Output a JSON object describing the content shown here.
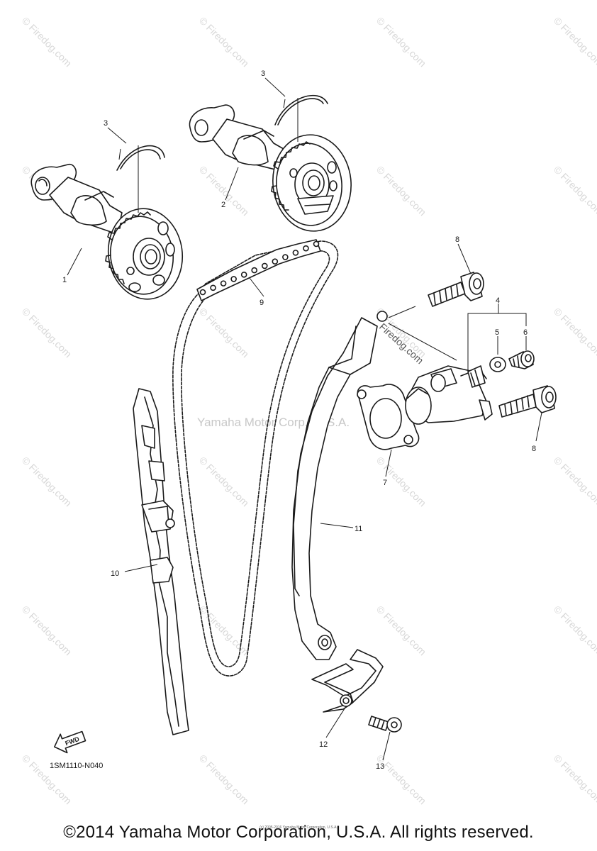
{
  "diagram": {
    "code": "1SM1110-N040",
    "fwd_label": "FWD",
    "callouts": [
      "1",
      "2",
      "3",
      "3",
      "4",
      "5",
      "6",
      "7",
      "8",
      "8",
      "9",
      "10",
      "11",
      "12",
      "13"
    ]
  },
  "watermark": {
    "center_text": "Yamaha Motor Corp., U.S.A.",
    "tile_text": "Firedog.com",
    "tensioner_text": "Firedog.com"
  },
  "footer": {
    "copyright": "©2014 Yamaha Motor Corporation, U.S.A. All rights reserved.",
    "small_print": "(c) 2005-2016 Yamaha Motor Corporation, U.S.A."
  },
  "colors": {
    "line": "#1a1a1a",
    "watermark": "#d8d8d8",
    "background": "#ffffff"
  }
}
